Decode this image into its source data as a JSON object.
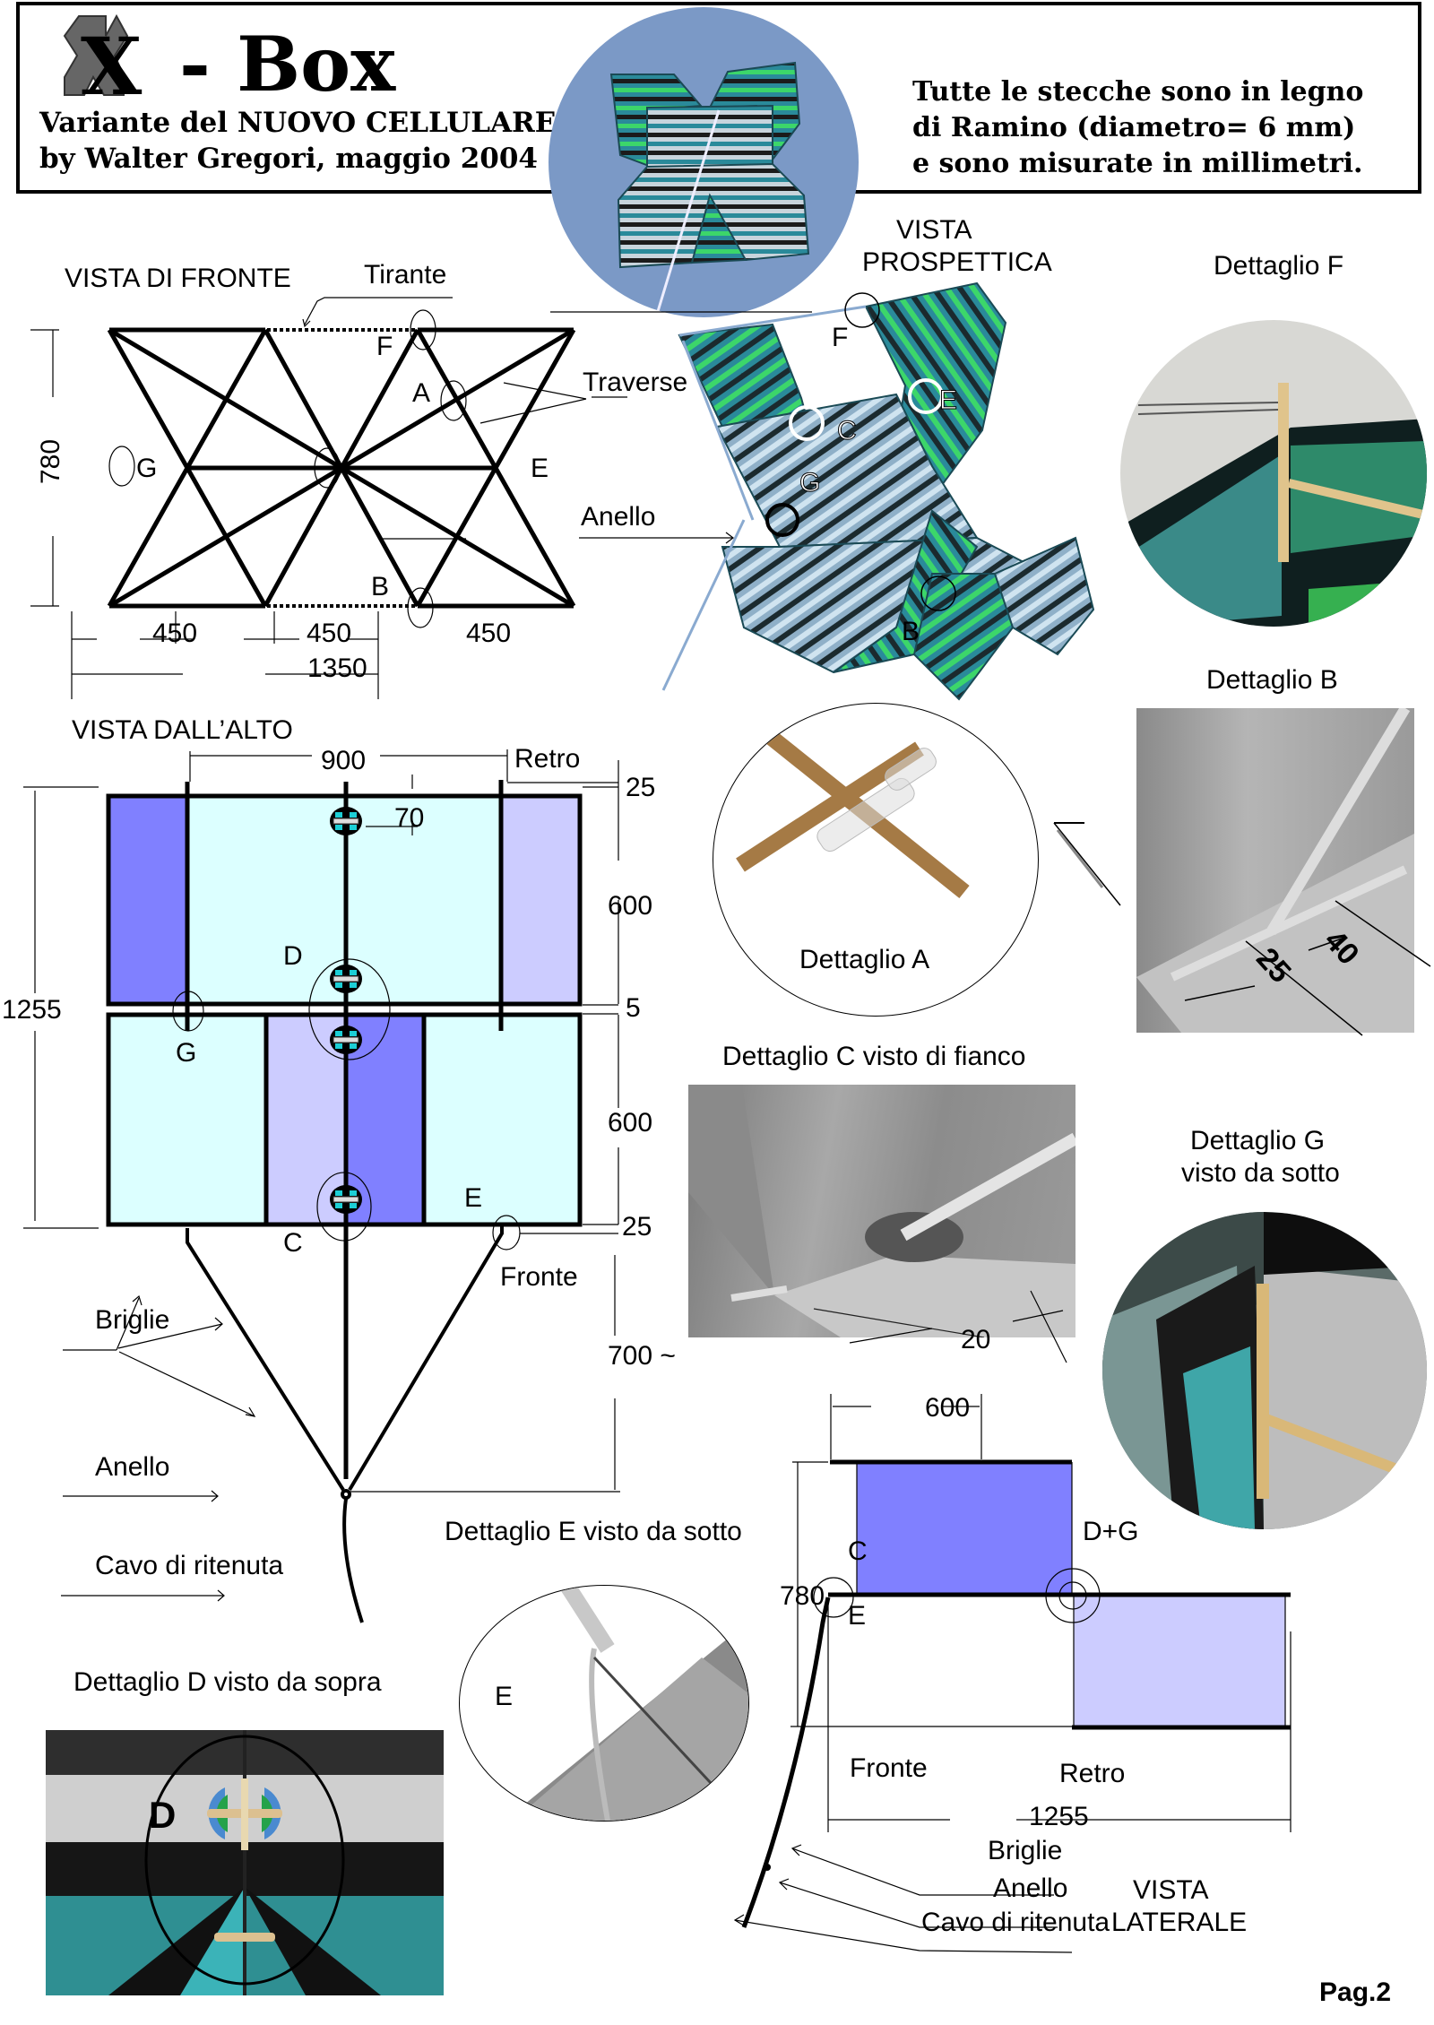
{
  "header": {
    "title_x": "X",
    "title_rest": "- Box",
    "subtitle_1": "Variante del NUOVO CELLULARE",
    "subtitle_2": "by Walter Gregori, maggio 2004",
    "note_1": "Tutte le stecche sono in legno",
    "note_2": "di Ramino (diametro= 6 mm)",
    "note_3": "e sono misurate in millimetri."
  },
  "front_view": {
    "title": "VISTA DI FRONTE",
    "tirante": "Tirante",
    "traverse": "Traverse",
    "anello": "Anello",
    "points": {
      "F": "F",
      "A": "A",
      "G": "G",
      "E": "E",
      "B": "B"
    },
    "dim_height": "780",
    "dim_w1": "450",
    "dim_w2": "450",
    "dim_w3": "450",
    "dim_total": "1350"
  },
  "perspective_view": {
    "title_1": "VISTA",
    "title_2": "PROSPETTICA",
    "points": {
      "F": "F",
      "C": "C",
      "E": "E",
      "G": "G",
      "B": "B"
    }
  },
  "details": {
    "F": "Dettaglio F",
    "B": "Dettaglio B",
    "B_dim_1": "40",
    "B_dim_2": "25",
    "A": "Dettaglio A",
    "C": "Dettaglio C visto di fianco",
    "C_dim": "20",
    "G_1": "Dettaglio G",
    "G_2": "visto da sotto",
    "E": "Dettaglio E visto da sotto",
    "E_label": "E",
    "D": "Dettaglio D visto da sopra",
    "D_label": "D"
  },
  "top_view": {
    "title": "VISTA DALL’ALTO",
    "dim_900": "900",
    "retro": "Retro",
    "dim_25_top": "25",
    "dim_70": "70",
    "dim_600_top": "600",
    "dim_5": "5",
    "dim_600_bottom": "600",
    "dim_25_bottom": "25",
    "dim_1255": "1255",
    "dim_700": "700 ~",
    "points": {
      "D": "D",
      "G": "G",
      "C": "C",
      "E": "E"
    },
    "fronte": "Fronte",
    "briglie": "Briglie",
    "anello": "Anello",
    "cavo": "Cavo di ritenuta"
  },
  "side_view": {
    "title_1": "VISTA",
    "title_2": "LATERALE",
    "dim_600": "600",
    "dim_780": "780",
    "dim_1255": "1255",
    "points": {
      "C": "C",
      "E": "E",
      "DG": "D+G"
    },
    "fronte": "Fronte",
    "retro": "Retro",
    "briglie": "Briglie",
    "anello": "Anello",
    "cavo": "Cavo di ritenuta"
  },
  "colors": {
    "sail_dark": "#8080ff",
    "sail_light": "#ccccff",
    "sail_cyan": "#dcffff",
    "sky": "#7b99c6",
    "kite_green": "#3cd66a",
    "kite_teal": "#2a8a9a"
  },
  "footer": {
    "page": "Pag.2"
  }
}
